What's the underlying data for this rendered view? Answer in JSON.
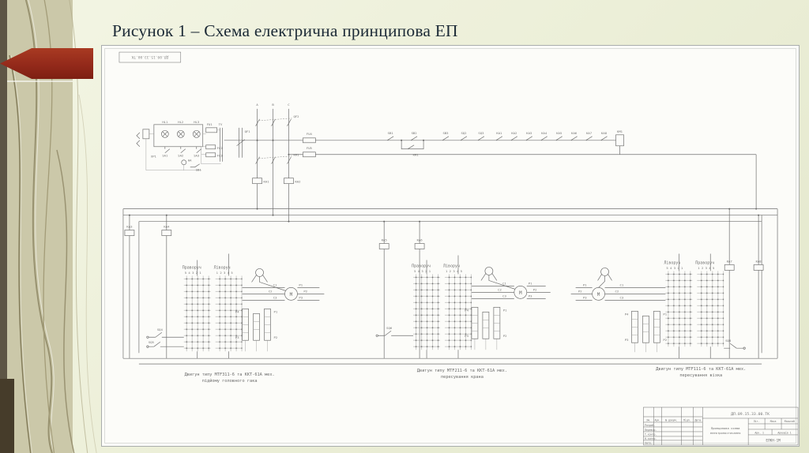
{
  "slide": {
    "title": "Рисунок 1 – Схема електрична принципова ЕП"
  },
  "drawing": {
    "stamp": "ДП.09.15.33.00.ТК",
    "phases": {
      "a": "A",
      "b": "B",
      "c": "C"
    },
    "labels": {
      "qf1": "QF1",
      "qf2": "QF2",
      "km1_main": "KM1",
      "ka1": "KA1",
      "ka2": "KA2",
      "fu1": "FU1",
      "fu2": "FU2",
      "fu3": "FU3",
      "fu4": "FU4",
      "fu5": "FU5",
      "tv": "TV",
      "xp1": "XP1",
      "ha": "HA",
      "hl1": "HL1",
      "hl2": "HL2",
      "hl3": "HL3",
      "sa1": "SA1",
      "sa2": "SA2",
      "sa3": "SA3"
    },
    "chain": {
      "sb1": "SB1",
      "sb2": "SB2",
      "sb3": "SB3",
      "sq2": "SQ2",
      "sq3": "SQ3",
      "km1_hold": "KM1",
      "km1_coil": "KM1",
      "contacts": [
        "KA1",
        "KA2",
        "KA3",
        "KA4",
        "KA5",
        "KA6",
        "KA7",
        "KA8"
      ]
    },
    "coils": {
      "ka3": "KA3",
      "ka4": "KA4",
      "ka5": "KA5",
      "ka6": "KA6",
      "ka7": "KA7",
      "ka8": "KA8"
    },
    "blocks": [
      {
        "header_left": "Праворуч",
        "header_right": "Ліворуч",
        "digits_left": "5 4 3 2 1",
        "digits_right": "1 2 3 4 5",
        "motor": "M",
        "c": [
          "C1",
          "C2",
          "C3"
        ],
        "p": [
          "P1",
          "P2",
          "P3"
        ],
        "r": [
          "P1",
          "P2",
          "P3",
          "P4"
        ],
        "sw": [
          "SQ4",
          "SQ5"
        ],
        "cap1": "Двигун типу MTF311-6 та KKT-61A мех.",
        "cap2": "підйому головного гака"
      },
      {
        "header_left": "Праворуч",
        "header_right": "Ліворуч",
        "digits_left": "5 4 3 2 1",
        "digits_right": "1 2 3 4 5",
        "motor": "M",
        "c": [
          "C1",
          "C2",
          "C3"
        ],
        "p": [
          "P1",
          "P2",
          "P3"
        ],
        "r": [
          "P1",
          "P2",
          "P3",
          "P4"
        ],
        "sw": [
          "SQ6"
        ],
        "cap1": "Двигун типу MTF211-6 та KKT-61A мех.",
        "cap2": "пересування крана"
      },
      {
        "header_left": "Ліворуч",
        "header_right": "Праворуч",
        "digits_left": "5 4 3 2 1",
        "digits_right": "1 2 3 4 5",
        "motor": "M",
        "c": [
          "C1",
          "C2",
          "C3"
        ],
        "p": [
          "P1",
          "P2",
          "P3"
        ],
        "r": [
          "P1",
          "P2",
          "P3",
          "P4"
        ],
        "sw": [
          "SQ8"
        ],
        "cap1": "Двигун типу MTF111-6 та KKT-61A мех.",
        "cap2": "пересування візка"
      }
    ],
    "title_block": {
      "doc_number": "ДП.09.15.33.00.ТК",
      "name1": "Принципова схема",
      "name2": "електропостачання",
      "headers": [
        "Зм.",
        "Арк.",
        "№ докум.",
        "Підп.",
        "Дата"
      ],
      "rows": [
        "Розроб.",
        "Перевір.",
        "Т.контр.",
        "Н.контр.",
        "Затв."
      ],
      "lit": "Літ.",
      "mass": "Маса",
      "scale": "Масштаб",
      "sheet": "Арк. 1",
      "sheets": "Аркушів 1",
      "org": "ЕЛКН-1М"
    }
  }
}
